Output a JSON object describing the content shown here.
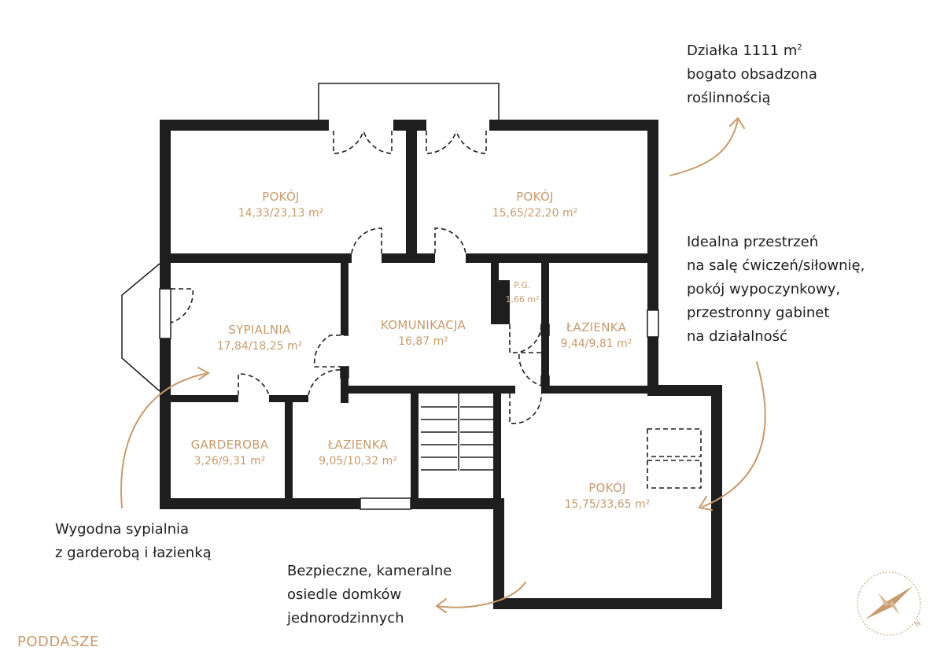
{
  "floor_label": "PODDASZE",
  "rooms": {
    "pokoj_1": {
      "name": "POKÓJ",
      "area": "14,33/23,13 m²"
    },
    "pokoj_2": {
      "name": "POKÓJ",
      "area": "15,65/22,20 m²"
    },
    "sypialnia": {
      "name": "SYPIALNIA",
      "area": "17,84/18,25 m²"
    },
    "komunikacja": {
      "name": "KOMUNIKACJA",
      "area": "16,87 m²"
    },
    "pg": {
      "name": "P.G.",
      "area": "1,66 m²"
    },
    "lazienka_1": {
      "name": "ŁAZIENKA",
      "area": "9,44/9,81 m²"
    },
    "garderoba": {
      "name": "GARDEROBA",
      "area": "3,26/9,31 m²"
    },
    "lazienka_2": {
      "name": "ŁAZIENKA",
      "area": "9,05/10,32 m²"
    },
    "pokoj_3": {
      "name": "POKÓJ",
      "area": "15,75/33,65 m²"
    }
  },
  "notes": {
    "plot": {
      "line1_prefix": "Działka 1111 m",
      "line1_sup": "2",
      "line2": "bogato obsadzona",
      "line3": "roślinnością"
    },
    "room_use": {
      "line1": "Idealna przestrzeń",
      "line2": "na salę ćwiczeń/siłownię,",
      "line3": "pokój wypoczynkowy,",
      "line4": "przestronny gabinet",
      "line5": "na działalność"
    },
    "bedroom": {
      "line1": "Wygodna sypialnia",
      "line2": "z garderobą i łazienką"
    },
    "estate": {
      "line1": "Bezpieczne, kameralne",
      "line2": "osiedle domków",
      "line3": "jednorodzinnych"
    }
  },
  "colors": {
    "accent": "#c79b6e",
    "wall": "#1e1e1e"
  },
  "icons": {
    "compass": "compass-rose-icon"
  }
}
